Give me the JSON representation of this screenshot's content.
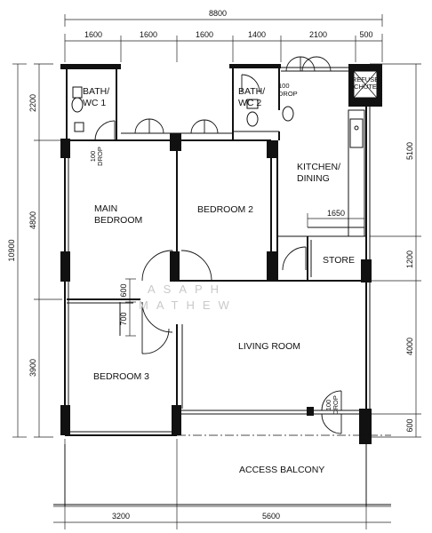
{
  "dimensions": {
    "top_total": "8800",
    "top_segments": [
      "1600",
      "1600",
      "1600",
      "1400",
      "2100",
      "500"
    ],
    "left_total": "10900",
    "left_segments": [
      "2200",
      "4800",
      "3900"
    ],
    "right_segments": [
      "5100",
      "1200",
      "4000",
      "600"
    ],
    "bottom_segments": [
      "3200",
      "5600"
    ],
    "store_width": "1650",
    "window_600": "600",
    "window_700": "700"
  },
  "rooms": {
    "bath1_line1": "BATH/",
    "bath1_line2": "WC 1",
    "bath2_line1": "BATH/",
    "bath2_line2": "WC 2",
    "kitchen_line1": "KITCHEN/",
    "kitchen_line2": "DINING",
    "main_bedroom_line1": "MAIN",
    "main_bedroom_line2": "BEDROOM",
    "bedroom2": "BEDROOM 2",
    "bedroom3": "BEDROOM 3",
    "living_room": "LIVING ROOM",
    "store": "STORE",
    "access_balcony": "ACCESS BALCONY",
    "refuse_chute_line1": "REFUSE",
    "refuse_chute_line2": "CHUTE"
  },
  "drops": {
    "drop_a_value": "100",
    "drop_a_label": "DROP",
    "drop_b_value": "100",
    "drop_b_label": "DROP",
    "drop_c_value": "100",
    "drop_c_label": "DROP"
  },
  "watermark": {
    "line1": "ASAPH",
    "line2": "MATHEW"
  }
}
